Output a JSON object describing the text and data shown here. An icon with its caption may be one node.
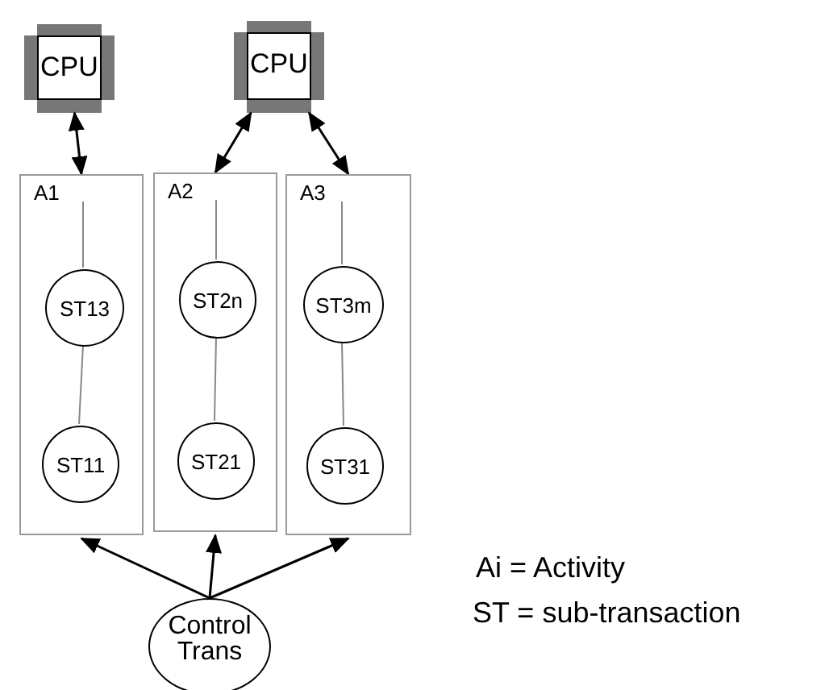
{
  "diagram": {
    "nodes": [
      {
        "text": [
          "CPU"
        ]
      },
      {
        "text": [
          "CPU"
        ]
      },
      {
        "text": [
          "A1"
        ]
      },
      {
        "text": [
          "ST13"
        ],
        "in": 2
      },
      {
        "text": [
          "ST11"
        ],
        "in": 2
      },
      {
        "text": [
          "A2"
        ]
      },
      {
        "text": [
          "ST2n"
        ],
        "in": 5
      },
      {
        "text": [
          "ST21"
        ],
        "in": 5
      },
      {
        "text": [
          "A3"
        ]
      },
      {
        "text": [
          "ST3m"
        ],
        "in": 8
      },
      {
        "text": [
          "ST31"
        ],
        "in": 8
      },
      {
        "text": [
          "Control Trans"
        ]
      }
    ],
    "edges": [
      {
        "from": 0,
        "to": 2,
        "arrow": "both"
      },
      {
        "from": 1,
        "to": 5,
        "arrow": "both"
      },
      {
        "from": 1,
        "to": 8,
        "arrow": "both"
      },
      {
        "from": null,
        "to": 3,
        "arrow": "none",
        "color": "#888888"
      },
      {
        "from": 3,
        "to": 4,
        "arrow": "none",
        "color": "#888888"
      },
      {
        "from": null,
        "to": 6,
        "arrow": "none",
        "color": "#888888"
      },
      {
        "from": 6,
        "to": 7,
        "arrow": "none",
        "color": "#888888"
      },
      {
        "from": null,
        "to": 9,
        "arrow": "none",
        "color": "#888888"
      },
      {
        "from": 9,
        "to": 10,
        "arrow": "none",
        "color": "#888888"
      },
      {
        "from": 11,
        "to": 2,
        "arrow": "to"
      },
      {
        "from": 11,
        "to": 5,
        "arrow": "to"
      },
      {
        "from": 11,
        "to": 8,
        "arrow": "to"
      }
    ],
    "labels": [
      "Ai = Activity",
      "ST = sub-transaction"
    ]
  }
}
